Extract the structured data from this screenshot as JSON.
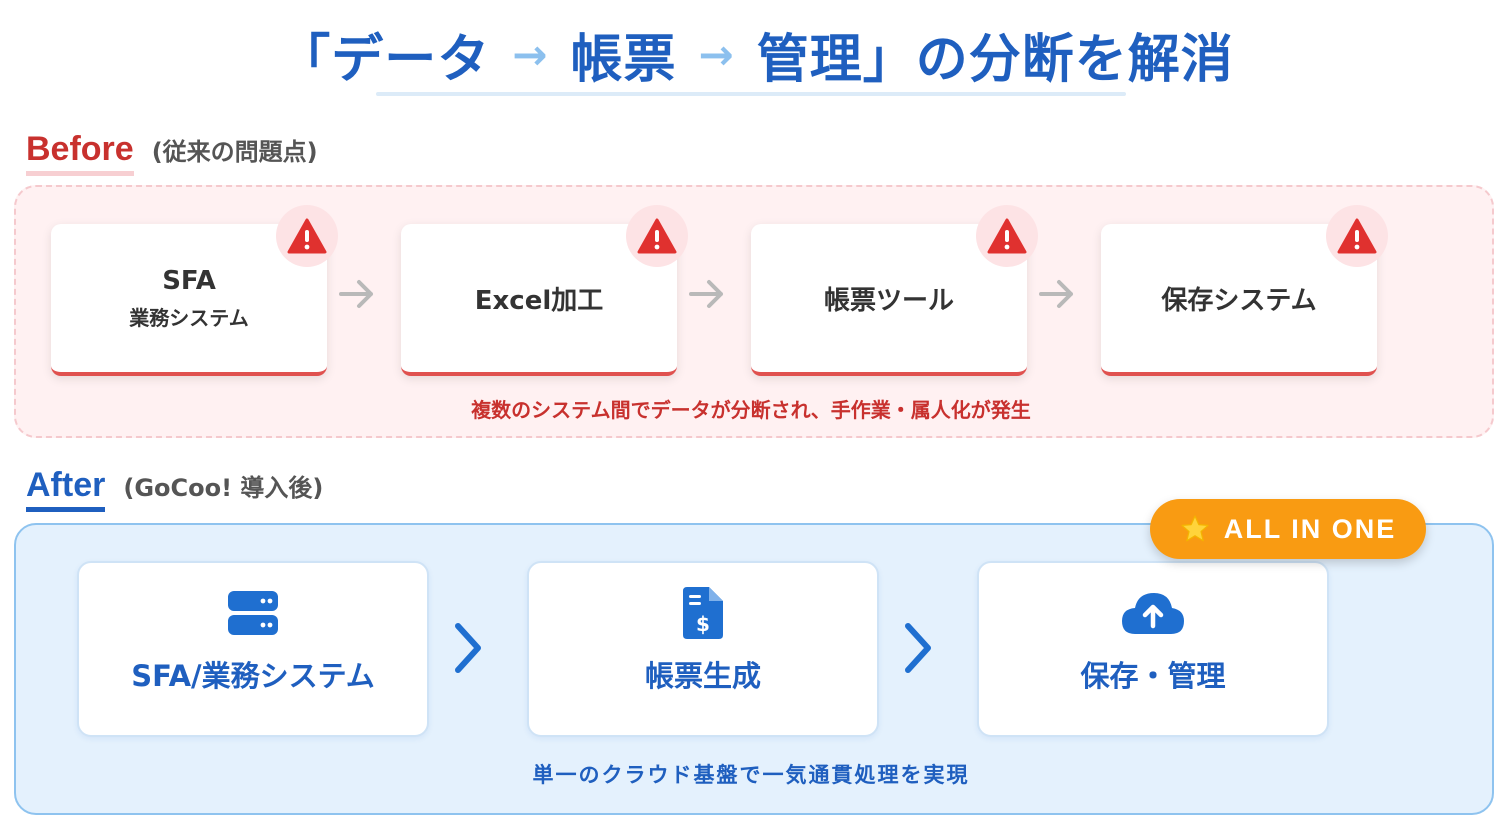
{
  "title": {
    "part1": "「データ",
    "arrow": "→",
    "part2": "帳票",
    "part3": "管理」の分断を解消"
  },
  "before": {
    "label": "Before",
    "sublabel": "(従来の問題点)",
    "cards": [
      {
        "line1": "SFA",
        "line2": "業務システム",
        "icon": "warning-icon"
      },
      {
        "line1": "Excel加工",
        "line2": "",
        "icon": "warning-icon"
      },
      {
        "line1": "帳票ツール",
        "line2": "",
        "icon": "warning-icon"
      },
      {
        "line1": "保存システム",
        "line2": "",
        "icon": "warning-icon"
      }
    ],
    "caption": "複数のシステム間でデータが分断され、手作業・属人化が発生"
  },
  "after": {
    "label": "After",
    "sublabel": "(GoCoo! 導入後)",
    "badge": "ALL IN ONE",
    "badge_icon": "star-icon",
    "cards": [
      {
        "label": "SFA/業務システム",
        "icon": "server-icon"
      },
      {
        "label": "帳票生成",
        "icon": "invoice-icon"
      },
      {
        "label": "保存・管理",
        "icon": "cloud-upload-icon"
      }
    ],
    "caption": "単一のクラウド基盤で一気通貫処理を実現"
  },
  "colors": {
    "primary_blue": "#1f5fbf",
    "alert_red": "#c8312e",
    "before_bg": "#fff1f2",
    "after_bg": "#e4f1fd",
    "badge_orange": "#f99b12"
  }
}
